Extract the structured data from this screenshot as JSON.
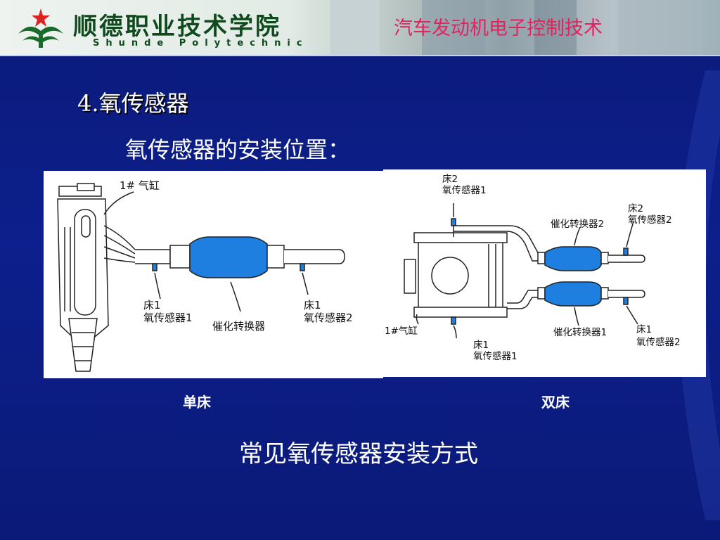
{
  "header": {
    "school_cn": "顺德职业技术学院",
    "school_en": "Shunde Polytechnic",
    "course": "汽车发动机电子控制技术"
  },
  "content": {
    "heading": "4.氧传感器",
    "subheading": "氧传感器的安装位置：",
    "caption": "常见氧传感器安装方式"
  },
  "figure_single": {
    "label": "单床",
    "cylinder": "1# 气缸",
    "sensor1_line1": "床1",
    "sensor1_line2": "氧传感器1",
    "converter": "催化转换器",
    "sensor2_line1": "床1",
    "sensor2_line2": "氧传感器2"
  },
  "figure_dual": {
    "label": "双床",
    "top_sensor_line1": "床2",
    "top_sensor_line2": "氧传感器1",
    "converter_top": "催化转换器2",
    "right_top_line1": "床2",
    "right_top_line2": "氧传感器2",
    "cylinder": "1#气缸",
    "converter_bottom": "催化转换器1",
    "right_bottom_line1": "床1",
    "right_bottom_line2": "氧传感器2",
    "bottom_sensor_line1": "床1",
    "bottom_sensor_line2": "氧传感器1"
  },
  "colors": {
    "background": "#0c1f8c",
    "course_title": "#e0245e",
    "converter": "#1e7fe0",
    "school_green": "#0e4a1c"
  }
}
